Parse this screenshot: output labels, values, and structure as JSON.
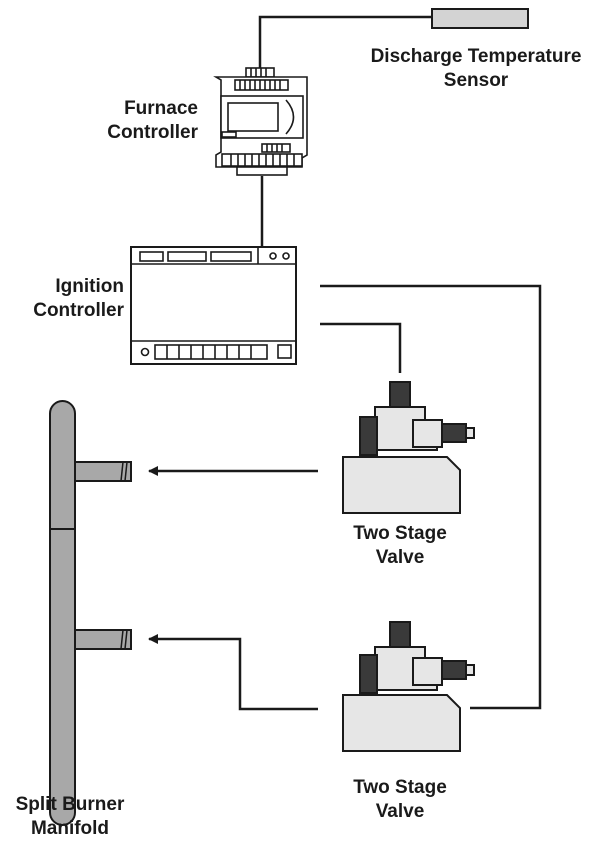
{
  "labels": {
    "sensor": [
      "Discharge Temperature",
      "Sensor"
    ],
    "furnace": [
      "Furnace",
      "Controller"
    ],
    "ignition": [
      "Ignition",
      "Controller"
    ],
    "valve_upper": [
      "Two Stage",
      "Valve"
    ],
    "valve_lower": [
      "Two Stage",
      "Valve"
    ],
    "manifold": [
      "Split Burner",
      "Manifold"
    ]
  },
  "colors": {
    "line": "#1a1a1a",
    "device_fill": "#ffffff",
    "valve_fill": "#e6e6e6",
    "valve_dark": "#3a3a3a",
    "manifold_fill": "#a8a8a8",
    "sensor_fill": "#d3d3d3"
  }
}
